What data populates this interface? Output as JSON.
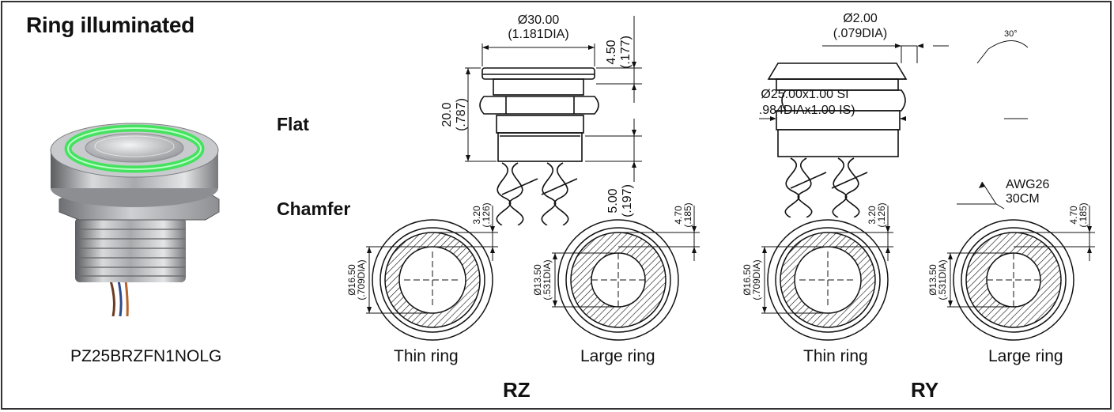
{
  "title": "Ring illuminated",
  "product": {
    "part_number": "PZ25BRZFN1NOLG",
    "ring_color": "#44e25f"
  },
  "profiles": {
    "flat": "Flat",
    "chamfer": "Chamfer"
  },
  "rz_side": {
    "dim_dia": "Ø30.00",
    "dim_dia_inch": "(1.181DIA)",
    "dim_head": "4.50",
    "dim_head_inch": "(.177)",
    "dim_height": "20.0",
    "dim_height_inch": "(.787)",
    "dim_bottom": "5.00",
    "dim_bottom_inch": "(.197)"
  },
  "ry_side": {
    "dim_led": "Ø2.00",
    "dim_led_inch": "(.079DIA)",
    "angle": "30°",
    "thread": "Ø25.00x1.00 SI",
    "thread_inch": "(.984DIAx1.00 IS)",
    "wire": "AWG26",
    "wire_len": "30CM"
  },
  "rings": {
    "thin": {
      "label": "Thin ring",
      "width": "3.20",
      "width_inch": "(.126)",
      "dia": "Ø16.50",
      "dia_inch": "(.709DIA)"
    },
    "large": {
      "label": "Large ring",
      "width": "4.70",
      "width_inch": "(.185)",
      "dia": "Ø13.50",
      "dia_inch": "(.531DIA)"
    }
  },
  "series": {
    "rz": "RZ",
    "ry": "RY"
  }
}
